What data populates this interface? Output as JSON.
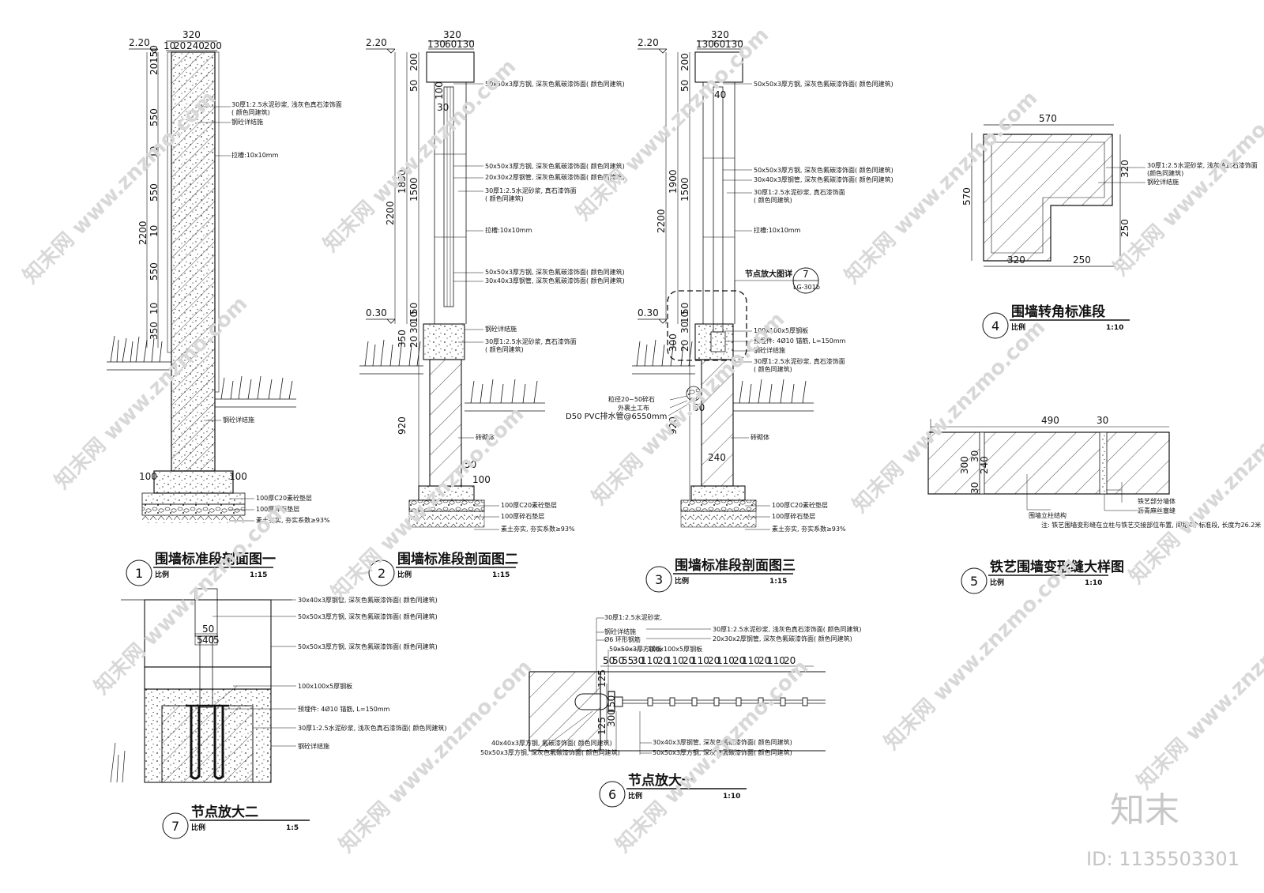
{
  "watermark": {
    "text": "知末网 www.znzmo.com",
    "brand": "知末",
    "id": "ID: 1135503301"
  },
  "drawings": [
    {
      "num": "1",
      "title": "围墙标准段剖面图一",
      "scale_label": "比例",
      "scale": "1:15"
    },
    {
      "num": "2",
      "title": "围墙标准段剖面图二",
      "scale_label": "比例",
      "scale": "1:15"
    },
    {
      "num": "3",
      "title": "围墙标准段剖面图三",
      "scale_label": "比例",
      "scale": "1:15"
    },
    {
      "num": "4",
      "title": "围墙转角标准段",
      "scale_label": "比例",
      "scale": "1:10"
    },
    {
      "num": "5",
      "title": "铁艺围墙变形缝大样图",
      "scale_label": "比例",
      "scale": "1:10"
    },
    {
      "num": "6",
      "title": "节点放大一",
      "scale_label": "比例",
      "scale": "1:10"
    },
    {
      "num": "7",
      "title": "节点放大二",
      "scale_label": "比例",
      "scale": "1:5"
    }
  ],
  "d1": {
    "elev_top": "2.20",
    "dims_top": [
      "320",
      "10",
      "20",
      "240",
      "200"
    ],
    "dims_left": [
      "20",
      "150",
      "550",
      "10",
      "550",
      "10",
      "2200",
      "550",
      "10",
      "350"
    ],
    "dims_bottom": [
      "100",
      "100"
    ],
    "notes": [
      "30厚1:2.5水泥砂浆, 浅灰色真石漆饰面",
      "( 颜色同建筑)",
      "钢砼详结施",
      "拉槽:10x10mm",
      "钢砼详结施",
      "100厚C20素砼垫层",
      "100厚碎石垫层",
      "素土夯实, 夯实系数≥93%"
    ]
  },
  "d2": {
    "elev_top": "2.20",
    "elev_mid": "0.30",
    "dims_top": [
      "320",
      "130",
      "60",
      "130"
    ],
    "dims_left": [
      "200",
      "50",
      "100",
      "30",
      "1850",
      "1500",
      "2200",
      "50",
      "10",
      "30",
      "350",
      "20",
      "920",
      "50",
      "100"
    ],
    "notes": [
      "50x50x3厚方钢, 深灰色氟碳漆饰面( 颜色同建筑)",
      "50x50x3厚方钢, 深灰色氟碳漆饰面( 颜色同建筑)",
      "20x30x2厚钢管, 深灰色氟碳漆饰面( 颜色同建筑)",
      "30厚1:2.5水泥砂浆, 真石漆饰面",
      "( 颜色同建筑)",
      "拉槽:10x10mm",
      "50x50x3厚方钢, 深灰色氟碳漆饰面( 颜色同建筑)",
      "30x40x3厚钢管, 深灰色氟碳漆饰面( 颜色同建筑)",
      "钢砼详结施",
      "30厚1:2.5水泥砂浆, 真石漆饰面",
      "( 颜色同建筑)",
      "砖砌体",
      "100厚C20素砼垫层",
      "100厚碎石垫层",
      "素土夯实, 夯实系数≥93%"
    ]
  },
  "d3": {
    "elev_top": "2.20",
    "elev_mid": "0.30",
    "dims_top": [
      "320",
      "130",
      "60",
      "130"
    ],
    "dims_left": [
      "200",
      "50",
      "40",
      "1900",
      "1500",
      "2200",
      "50",
      "10",
      "30",
      "300",
      "20",
      "60",
      "920",
      "240"
    ],
    "callout_label": "节点放大图详",
    "callout_num": "7",
    "callout_ref": "LG-301b",
    "notes": [
      "50x50x3厚方钢, 深灰色氟碳漆饰面( 颜色同建筑)",
      "50x50x3厚方钢, 深灰色氟碳漆饰面( 颜色同建筑)",
      "30x40x3厚钢管, 深灰色氟碳漆饰面( 颜色同建筑)",
      "30厚1:2.5水泥砂浆, 真石漆饰面",
      "( 颜色同建筑)",
      "拉槽:10x10mm",
      "100x100x5厚钢板",
      "预埋件: 4Ø10 锚筋, L=150mm",
      "钢砼详结施",
      "30厚1:2.5水泥砂浆, 真石漆饰面",
      "( 颜色同建筑)",
      "粒径20~50碎石",
      "外裹土工布",
      "D50 PVC排水管@6550mm",
      "砖砌体",
      "100厚C20素砼垫层",
      "100厚碎石垫层",
      "素土夯实, 夯实系数≥93%"
    ]
  },
  "d4": {
    "dims": [
      "570",
      "570",
      "320",
      "250",
      "320",
      "250"
    ],
    "notes": [
      "30厚1:2.5水泥砂浆, 浅灰色真石漆饰面",
      "(颜色同建筑)",
      "钢砼详结施"
    ]
  },
  "d5": {
    "dims": [
      "490",
      "30",
      "30",
      "240",
      "30",
      "300"
    ],
    "notes": [
      "围墙立柱结构",
      "铁艺部分墙体",
      "沥青麻丝塞缝",
      "注: 铁艺围墙变形缝在立柱与铁艺交接部位布置, 间距4个标准段, 长度为26.2米"
    ]
  },
  "d6": {
    "dims_top": [
      "50",
      "50",
      "55",
      "30",
      "110",
      "20",
      "110",
      "20",
      "110",
      "20",
      "110",
      "20",
      "110",
      "20",
      "110",
      "20"
    ],
    "dims_left": [
      "125",
      "50",
      "125",
      "300"
    ],
    "notes": [
      "30厚1:2.5水泥砂浆,",
      "钢砼详结施",
      "Ø6 环形钢筋",
      "50x50x3厚方钢板",
      "30厚1:2.5水泥砂浆, 浅灰色真石漆饰面( 颜色同建筑)",
      "20x30x2厚钢管, 深灰色氟碳漆饰面( 颜色同建筑)",
      "100x100x5厚钢板",
      "40x40x3厚方钢, 氟碳漆饰面( 颜色同建筑)",
      "50x50x3厚方钢, 深灰色氟碳漆饰面( 颜色同建筑)",
      "30x40x3厚钢管, 深灰色氟碳漆饰面( 颜色同建筑)",
      "50x50x3厚方钢, 深灰色氟碳漆饰面( 颜色同建筑)"
    ]
  },
  "d7": {
    "dims": [
      "50",
      "5",
      "40",
      "5"
    ],
    "notes": [
      "30x40x3厚钢管, 深灰色氟碳漆饰面( 颜色同建筑)",
      "50x50x3厚方钢, 深灰色氟碳漆饰面( 颜色同建筑)",
      "50x50x3厚方钢, 深灰色氟碳漆饰面( 颜色同建筑)",
      "100x100x5厚钢板",
      "预埋件: 4Ø10 锚筋, L=150mm",
      "30厚1:2.5水泥砂浆, 浅灰色真石漆饰面( 颜色同建筑)",
      "钢砼详结施"
    ]
  }
}
